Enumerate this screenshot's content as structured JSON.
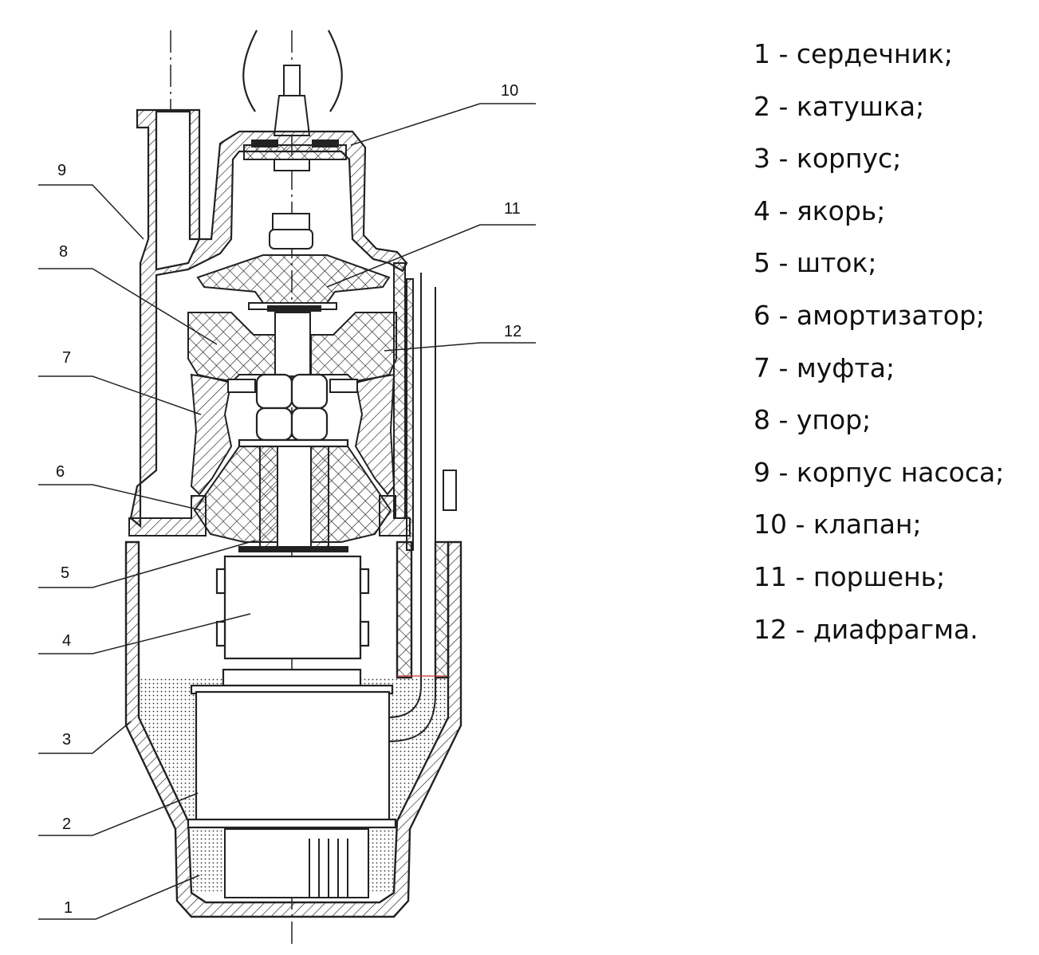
{
  "diagram": {
    "callouts": [
      {
        "num": "1"
      },
      {
        "num": "2"
      },
      {
        "num": "3"
      },
      {
        "num": "4"
      },
      {
        "num": "5"
      },
      {
        "num": "6"
      },
      {
        "num": "7"
      },
      {
        "num": "8"
      },
      {
        "num": "9"
      },
      {
        "num": "10"
      },
      {
        "num": "11"
      },
      {
        "num": "12"
      }
    ]
  },
  "legend": {
    "items": [
      "1 - сердечник;",
      "2 - катушка;",
      "3 - корпус;",
      "4 - якорь;",
      "5 - шток;",
      "6 - амортизатор;",
      "7 - муфта;",
      "8 - упор;",
      "9 - корпус насоса;",
      "10 - клапан;",
      "11 - поршень;",
      "12 - диафрагма."
    ]
  }
}
